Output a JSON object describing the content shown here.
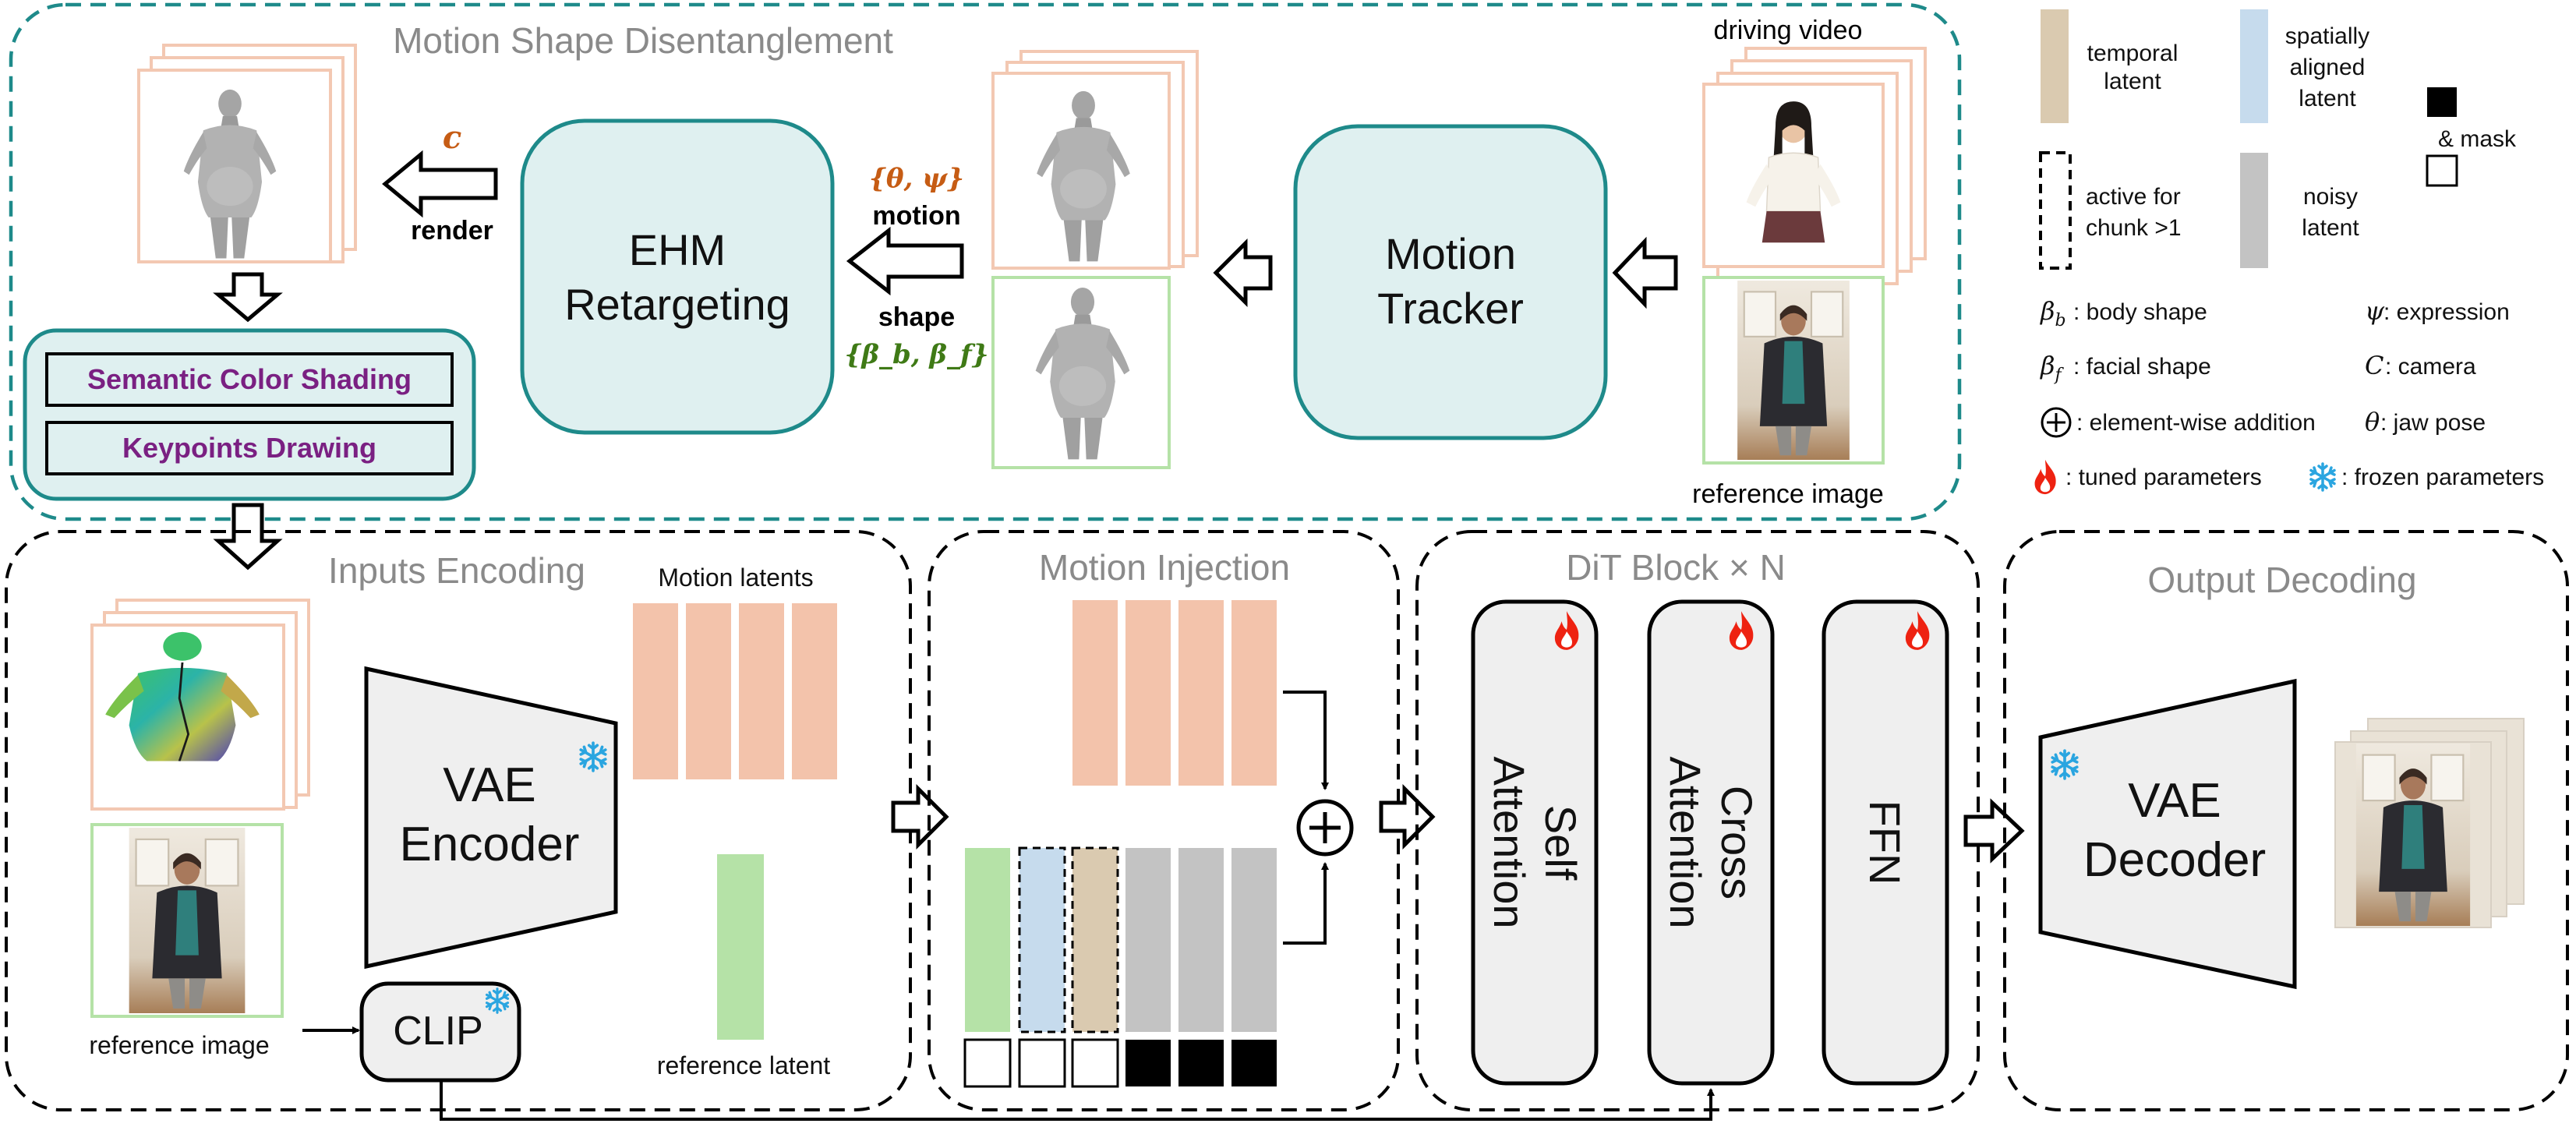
{
  "motion_shape": {
    "title": "Motion Shape Disentanglement",
    "driving_video_label": "driving video",
    "reference_image_label": "reference image",
    "motion_tracker": [
      "Motion",
      "Tracker"
    ],
    "ehm_retargeting": [
      "EHM",
      "Retargeting"
    ],
    "motion_params": "{θ, ψ}",
    "motion_label": "motion",
    "shape_label": "shape",
    "shape_params": "{β_b, β_f}",
    "camera_symbol": "c",
    "render_label": "render",
    "semantic_color_shading": "Semantic Color Shading",
    "keypoints_drawing": "Keypoints Drawing"
  },
  "legend": {
    "temporal_latent": [
      "temporal",
      "latent"
    ],
    "spatial_latent": [
      "spatially",
      "aligned",
      "latent"
    ],
    "mask": "& mask",
    "chunk_active": [
      "active for",
      "chunk >1"
    ],
    "noisy_latent": [
      "noisy",
      "latent"
    ],
    "body_shape": ": body shape",
    "facial_shape": ": facial shape",
    "element_wise": ": element-wise addition",
    "tuned": ": tuned parameters",
    "expression": ": expression",
    "camera": ": camera",
    "jaw_pose": ": jaw pose",
    "frozen": ": frozen parameters",
    "colors": {
      "temporal": "#dacab0",
      "spatial": "#c6dbed",
      "noisy": "#c3c3c3",
      "motion_latent": "#f3c3ab",
      "reference_latent": "#b5e2a7",
      "teal_fill": "#dff0f0",
      "teal_stroke": "#1e8a8a",
      "purple": "#7a2082",
      "orange_param": "#c65c14",
      "green_param": "#3f7a16"
    }
  },
  "inputs_encoding": {
    "title": "Inputs Encoding",
    "motion_latents": "Motion latents",
    "vae_encoder": [
      "VAE",
      "Encoder"
    ],
    "clip": "CLIP",
    "reference_image": "reference image",
    "reference_latent": "reference latent"
  },
  "motion_injection": {
    "title": "Motion Injection"
  },
  "dit_block": {
    "title": "DiT Block × N",
    "self_attention": [
      "Self",
      "Attention"
    ],
    "cross_attention": [
      "Cross",
      "Attention"
    ],
    "ffn": "FFN"
  },
  "output_decoding": {
    "title": "Output Decoding",
    "vae_decoder": [
      "VAE",
      "Decoder"
    ]
  }
}
